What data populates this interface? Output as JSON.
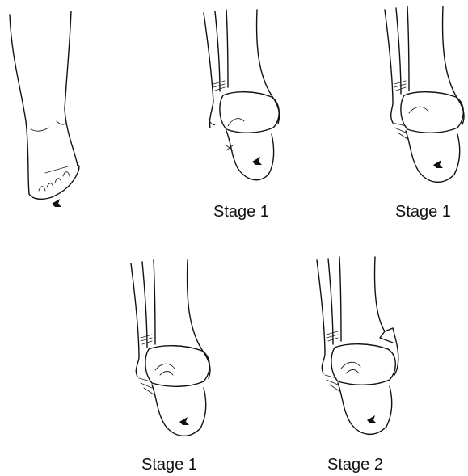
{
  "panels": [
    {
      "label": ""
    },
    {
      "label": "Stage 1"
    },
    {
      "label": "Stage 1"
    },
    {
      "label": "Stage 1"
    },
    {
      "label": "Stage 2"
    }
  ],
  "colors": {
    "line": "#111111",
    "background": "#ffffff"
  },
  "icons": [
    "foot-outline",
    "ankle-mortise-view",
    "direction-arrow-icon"
  ]
}
